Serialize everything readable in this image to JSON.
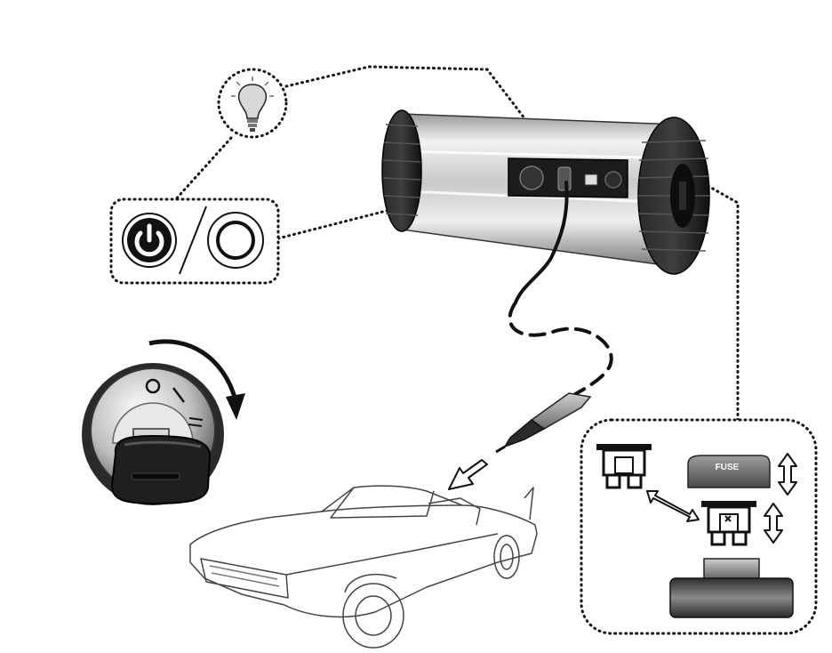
{
  "diagram": {
    "fuse_label": "FUSE",
    "callouts": [
      {
        "id": "indicator-lamp",
        "icon": "lightbulb-icon"
      },
      {
        "id": "power-switch",
        "icons": [
          "power-on-icon",
          "power-off-icon"
        ]
      },
      {
        "id": "fuse-replacement",
        "icons": [
          "fuse-icon",
          "fuse-holder-icon",
          "fuse-cap-icon",
          "fuse-base-icon"
        ]
      }
    ],
    "illustrations": [
      "inverter-device",
      "cigarette-lighter-plug",
      "ignition-key-switch",
      "convertible-car"
    ]
  },
  "colors": {
    "line": "#111111",
    "metal_light": "#e8e8e8",
    "metal_dark": "#6f6f6f",
    "rubber": "#1c1c1c"
  }
}
